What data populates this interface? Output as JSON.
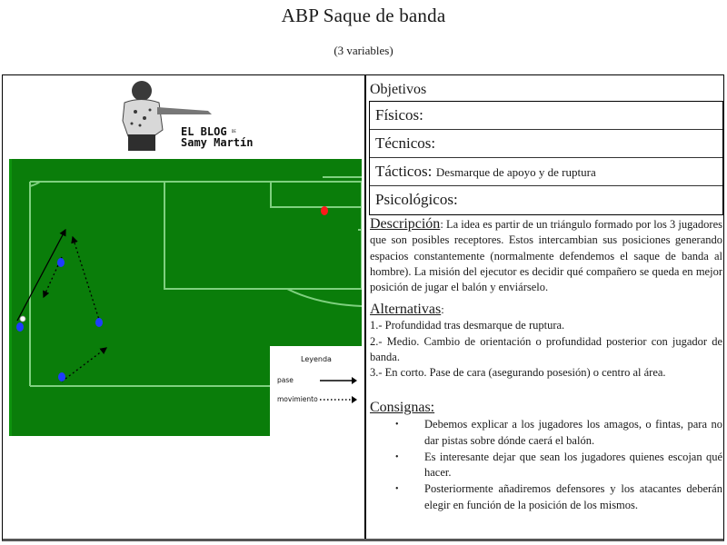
{
  "header": {
    "title": "ABP Saque de banda",
    "subtitle": "(3 variables)"
  },
  "left": {
    "logo": {
      "line1": "EL BLOG",
      "line1_small": "DE",
      "line2": "Samy Martín"
    },
    "diagram": {
      "pitch_color": "#0a7d0a",
      "line_color": "#7fd07f",
      "attacker_color": "#1f3cff",
      "defender_color": "#ff1a1a",
      "legend": {
        "title": "Leyenda",
        "items": [
          {
            "label": "pase",
            "style": "solid-arrow"
          },
          {
            "label": "movimiento",
            "style": "dotted-arrow"
          }
        ]
      }
    }
  },
  "right": {
    "objetivos": {
      "heading": "Objetivos",
      "rows": [
        {
          "label": "Físicos:",
          "value": ""
        },
        {
          "label": "Técnicos:",
          "value": ""
        },
        {
          "label": "Tácticos:",
          "value": "Desmarque de apoyo y de ruptura"
        },
        {
          "label": "Psicológicos:",
          "value": ""
        }
      ]
    },
    "descripcion": {
      "heading": "Descripción",
      "text": "La idea es partir de un triángulo formado por los 3 jugadores que son posibles receptores. Estos intercambian sus posiciones generando espacios constantemente (normalmente defendemos el saque de banda al hombre). La misión del ejecutor es decidir qué compañero se queda en mejor posición de jugar el balón y enviárselo."
    },
    "alternativas": {
      "heading": "Alternativas",
      "items": [
        "1.- Profundidad tras desmarque de ruptura.",
        "2.- Medio. Cambio de orientación o profundidad posterior con jugador de banda.",
        "3.- En corto. Pase de cara (asegurando posesión) o centro al área."
      ]
    },
    "consignas": {
      "heading": "Consignas:",
      "bullet": "•",
      "items": [
        "Debemos explicar a los jugadores los amagos, o fintas, para no dar pistas sobre dónde caerá el balón.",
        "Es interesante dejar que sean los jugadores quienes escojan qué hacer.",
        "Posteriormente añadiremos defensores y los atacantes deberán elegir en función de la posición de los mismos."
      ]
    }
  }
}
